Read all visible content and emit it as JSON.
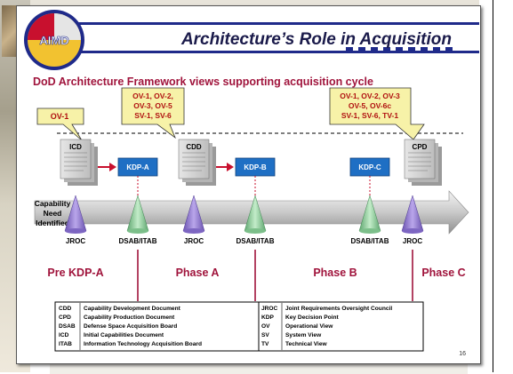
{
  "logo": {
    "text": "AIMD"
  },
  "title": "Architecture’s Role in Acquisition",
  "subtitle": "DoD Architecture Framework views supporting acquisition cycle",
  "callouts": [
    {
      "lines": [
        "OV-1"
      ]
    },
    {
      "lines": [
        "OV-1, OV-2,",
        "OV-3, OV-5",
        "SV-1, SV-6"
      ]
    },
    {
      "lines": [
        "OV-1, OV-2, OV-3",
        "OV-5, OV-6c",
        "SV-1, SV-6, TV-1"
      ]
    }
  ],
  "documents": [
    "ICD",
    "CDD",
    "CPD"
  ],
  "kdps": [
    "KDP-A",
    "KDP-B",
    "KDP-C"
  ],
  "capability_label": [
    "Capability",
    "Need",
    "Identified"
  ],
  "milestones": [
    "JROC",
    "DSAB/ITAB",
    "JROC",
    "DSAB/ITAB",
    "DSAB/ITAB",
    "JROC"
  ],
  "phases": [
    "Pre KDP-A",
    "Phase A",
    "Phase B",
    "Phase C"
  ],
  "glossary": [
    {
      "abbr": "CDD",
      "def": "Capability Development Document"
    },
    {
      "abbr": "CPD",
      "def": "Capability Production Document"
    },
    {
      "abbr": "DSAB",
      "def": "Defense Space Acquisition Board"
    },
    {
      "abbr": "ICD",
      "def": "Initial Capabilities Document"
    },
    {
      "abbr": "ITAB",
      "def": "Information Technology Acquisition Board"
    },
    {
      "abbr": "JROC",
      "def": "Joint Requirements Oversight Council"
    },
    {
      "abbr": "KDP",
      "def": "Key Decision Point"
    },
    {
      "abbr": "OV",
      "def": "Operational View"
    },
    {
      "abbr": "SV",
      "def": "System View"
    },
    {
      "abbr": "TV",
      "def": "Technical View"
    }
  ],
  "page_number": "16",
  "colors": {
    "title": "#1a1a4a",
    "subtitle": "#a0143c",
    "phase": "#a0143c",
    "callout": "#f7f2a8",
    "kdp": "#1f6fc4",
    "jroc": "#9b84d2",
    "dsab": "#9fd4a9",
    "logo_ring": "#1f2a8a",
    "logo_fill": "#c8102e"
  }
}
